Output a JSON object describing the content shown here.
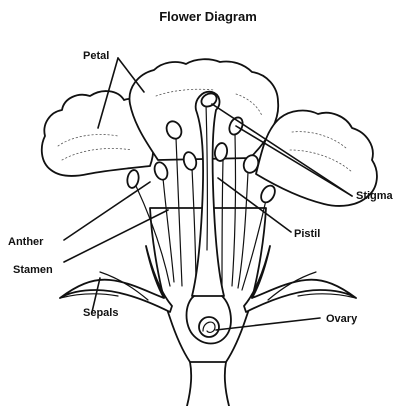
{
  "diagram": {
    "title": "Flower Diagram",
    "labels": {
      "petal": "Petal",
      "stigma": "Stigma",
      "anther": "Anther",
      "pistil": "Pistil",
      "stamen": "Stamen",
      "sepals": "Sepals",
      "ovary": "Ovary"
    }
  },
  "colors": {
    "ink": "#111111",
    "background": "#ffffff"
  }
}
